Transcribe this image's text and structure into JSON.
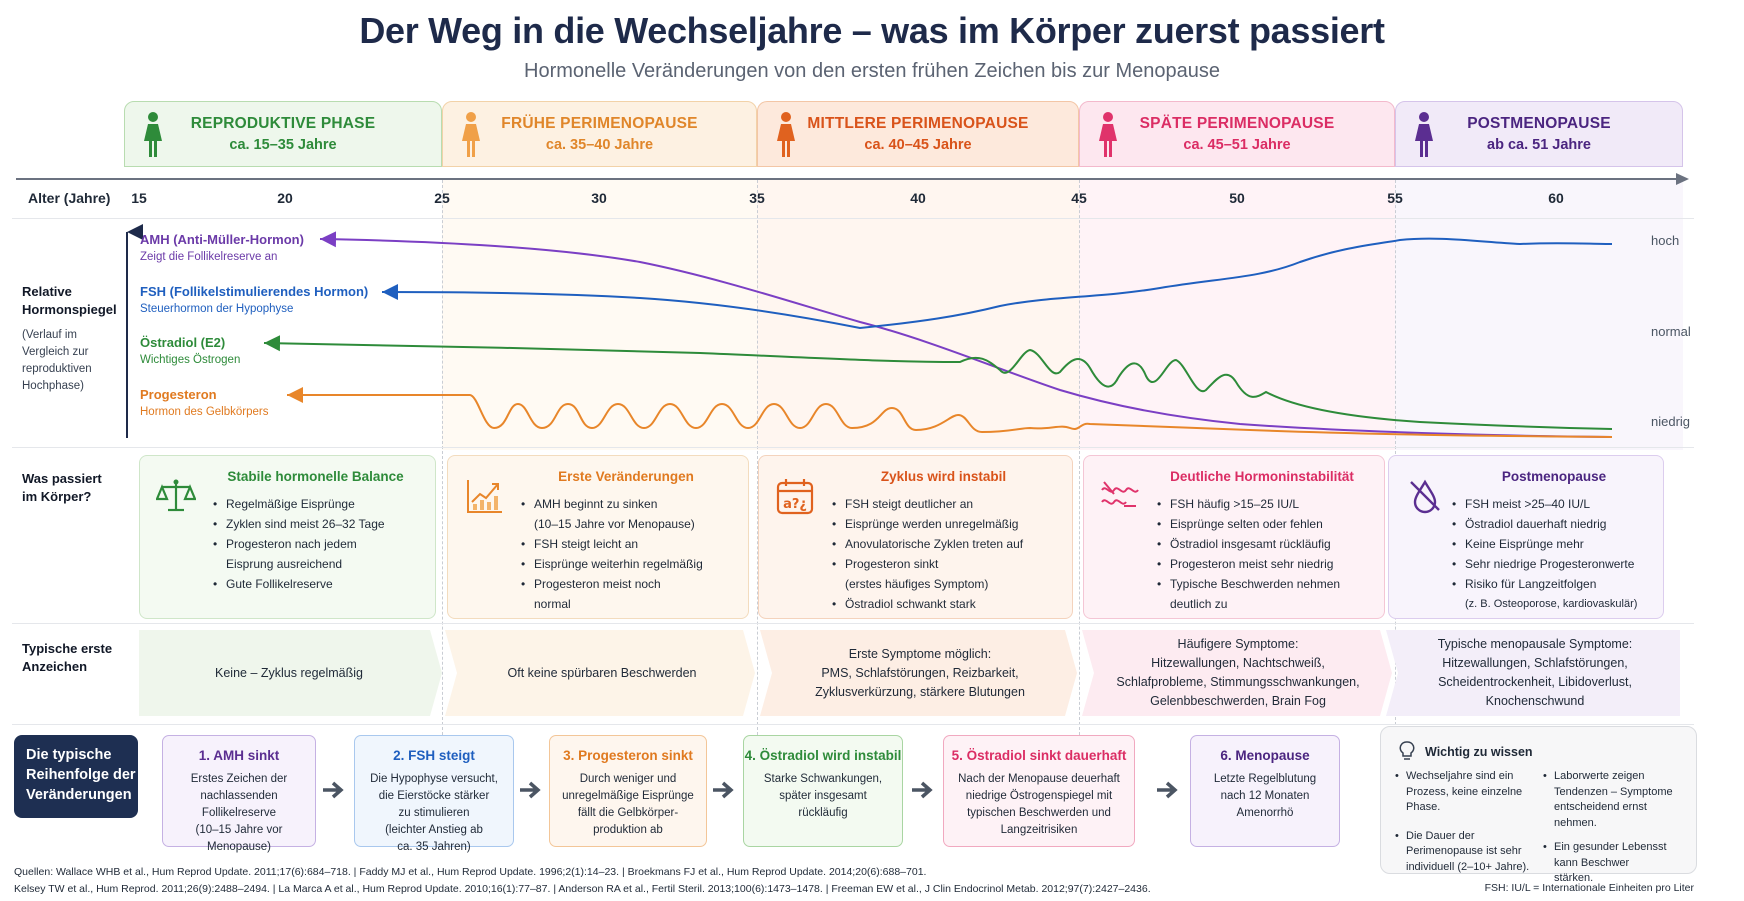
{
  "title": "Der Weg in die Wechseljahre – was im Körper zuerst passiert",
  "subtitle": "Hormonelle Veränderungen von den ersten frühen Zeichen bis zur Menopause",
  "colors": {
    "green": "#2e8b3a",
    "orange": "#e8862a",
    "orange_dark": "#e0621f",
    "pink": "#e0336b",
    "purple": "#5b2e91",
    "blue": "#1f5fbf",
    "amh": "#7b3fc4",
    "navy": "#1e2f52"
  },
  "phases": [
    {
      "name": "REPRODUKTIVE PHASE",
      "age": "ca. 15–35 Jahre",
      "icon": "woman-icon"
    },
    {
      "name": "FRÜHE PERIMENOPAUSE",
      "age": "ca. 35–40 Jahre",
      "icon": "woman-icon"
    },
    {
      "name": "MITTLERE PERIMENOPAUSE",
      "age": "ca. 40–45 Jahre",
      "icon": "woman-icon"
    },
    {
      "name": "SPÄTE PERIMENOPAUSE",
      "age": "ca. 45–51 Jahre",
      "icon": "woman-icon"
    },
    {
      "name": "POSTMENOPAUSE",
      "age": "ab ca. 51 Jahre",
      "icon": "woman-icon"
    }
  ],
  "axis": {
    "label": "Alter (Jahre)",
    "ticks": [
      "15",
      "20",
      "25",
      "30",
      "35",
      "40",
      "45",
      "50",
      "55",
      "60"
    ]
  },
  "hormone_section": {
    "label_line1": "Relative",
    "label_line2": "Hormonspiegel",
    "note_lines": [
      "(Verlauf im",
      "Vergleich zur",
      "reproduktiven",
      "Hochphase)"
    ],
    "levels": {
      "high": "hoch",
      "normal": "normal",
      "low": "niedrig"
    }
  },
  "hormones": [
    {
      "name": "AMH (Anti-Müller-Hormon)",
      "desc": "Zeigt die Follikelreserve an"
    },
    {
      "name": "FSH (Follikelstimulierendes Hormon)",
      "desc": "Steuerhormon der Hypophyse"
    },
    {
      "name": "Östradiol (E2)",
      "desc": "Wichtiges Östrogen"
    },
    {
      "name": "Progesteron",
      "desc": "Hormon des Gelbkörpers"
    }
  ],
  "body_section": {
    "label_line1": "Was passiert",
    "label_line2": "im Körper?"
  },
  "body_boxes": [
    {
      "title": "Stabile hormonelle Balance",
      "icon": "scale-icon",
      "items": [
        [
          "Regelmäßige Eisprünge"
        ],
        [
          "Zyklen sind meist 26–32 Tage"
        ],
        [
          "Progesteron nach jedem",
          "Eisprung ausreichend"
        ],
        [
          "Gute Follikelreserve"
        ]
      ]
    },
    {
      "title": "Erste Veränderungen",
      "icon": "chart-icon",
      "items": [
        [
          "AMH beginnt zu sinken",
          "(10–15 Jahre vor Menopause)"
        ],
        [
          "FSH steigt leicht an"
        ],
        [
          "Eisprünge weiterhin regelmäßig"
        ],
        [
          "Progesteron meist noch",
          "normal"
        ]
      ]
    },
    {
      "title": "Zyklus wird instabil",
      "icon": "calendar-icon",
      "items": [
        [
          "FSH steigt deutlicher an"
        ],
        [
          "Eisprünge werden unregelmäßig"
        ],
        [
          "Anovulatorische Zyklen treten auf"
        ],
        [
          "Progesteron sinkt",
          "(erstes häufiges Symptom)"
        ],
        [
          "Östradiol schwankt stark"
        ]
      ]
    },
    {
      "title": "Deutliche Hormoninstabilität",
      "icon": "fluctuation-icon",
      "items": [
        [
          "FSH häufig >15–25 IU/L"
        ],
        [
          "Eisprünge selten oder fehlen"
        ],
        [
          "Östradiol insgesamt rückläufig"
        ],
        [
          "Progesteron meist sehr niedrig"
        ],
        [
          "Typische Beschwerden nehmen",
          "deutlich zu"
        ]
      ]
    },
    {
      "title": "Postmenopause",
      "icon": "no-drop-icon",
      "items": [
        [
          "FSH meist >25–40 IU/L"
        ],
        [
          "Östradiol dauerhaft niedrig"
        ],
        [
          "Keine Eisprünge mehr"
        ],
        [
          "Sehr niedrige Progesteronwerte"
        ],
        [
          "Risiko für Langzeitfolgen",
          "(z. B. Osteoporose, kardiovaskulär)"
        ]
      ]
    }
  ],
  "signs_section": {
    "label_line1": "Typische erste",
    "label_line2": "Anzeichen"
  },
  "signs": [
    [
      "Keine – Zyklus regelmäßig"
    ],
    [
      "Oft keine spürbaren Beschwerden"
    ],
    [
      "Erste Symptome möglich:",
      "PMS, Schlafstörungen, Reizbarkeit,",
      "Zyklusverkürzung, stärkere Blutungen"
    ],
    [
      "Häufigere Symptome:",
      "Hitzewallungen, Nachtschweiß,",
      "Schlafprobleme, Stimmungsschwankungen,",
      "Gelenbbeschwerden, Brain Fog"
    ],
    [
      "Typische menopausale Symptome:",
      "Hitzewallungen, Schlafstörungen,",
      "Scheidentrockenheit, Libidoverlust,",
      "Knochenschwund"
    ]
  ],
  "sequence": {
    "header_lines": [
      "Die typische",
      "Reihenfolge der",
      "Veränderungen"
    ],
    "steps": [
      {
        "title": "1. AMH sinkt",
        "lines": [
          "Erstes Zeichen der",
          "nachlassenden",
          "Follikelreserve",
          "(10–15 Jahre vor",
          "Menopause)"
        ]
      },
      {
        "title": "2. FSH steigt",
        "lines": [
          "Die Hypophyse versucht,",
          "die Eierstöcke stärker",
          "zu stimulieren",
          "(leichter Anstieg ab",
          "ca. 35 Jahren)"
        ]
      },
      {
        "title": "3. Progesteron sinkt",
        "lines": [
          "Durch weniger und",
          "unregelmäßige Eisprünge",
          "fällt die Gelbkörper-",
          "produktion ab"
        ]
      },
      {
        "title": "4. Östradiol wird instabil",
        "lines": [
          "Starke Schwankungen,",
          "später insgesamt",
          "rückläufig"
        ]
      },
      {
        "title": "5. Östradiol sinkt dauerhaft",
        "lines": [
          "Nach der Menopause deuerhaft",
          "niedrige Östrogenspiegel mit",
          "typischen Beschwerden und",
          "Langzeitrisiken"
        ]
      },
      {
        "title": "6. Menopause",
        "lines": [
          "Letzte Regelblutung",
          "nach 12 Monaten",
          "Amenorrhö"
        ]
      }
    ]
  },
  "info": {
    "title": "Wichtig zu wissen",
    "col1": [
      [
        "Wechseljahre sind ein",
        "Prozess, keine einzelne",
        "Phase."
      ],
      [
        "Die Dauer der",
        "Perimenopause ist sehr",
        "individuell (2–10+ Jahre)."
      ]
    ],
    "col2": [
      [
        "Laborwerte zeigen",
        "Tendenzen – Symptome",
        "entscheidend ernst",
        "nehmen."
      ],
      [
        "Ein gesunder Lebensst",
        "kann Beschwer",
        "stärken."
      ]
    ]
  },
  "sources": {
    "line1": "Quellen: Wallace WHB et al., Hum Reprod Update. 2011;17(6):684–718. | Faddy MJ et al., Hum Reprod Update. 1996;2(1):14–23. | Broekmans FJ et al., Hum Reprod Update. 2014;20(6):688–701.",
    "line2": "Kelsey TW et al., Hum Reprod. 2011;26(9):2488–2494. | La Marca A et al., Hum Reprod Update. 2010;16(1):77–87. | Anderson RA et al., Fertil Steril. 2013;100(6):1473–1478. | Freeman EW et al., J Clin Endocrinol Metab. 2012;97(7):2427–2436.",
    "fsh_note": "FSH: IU/L = Internationale Einheiten pro Liter"
  }
}
